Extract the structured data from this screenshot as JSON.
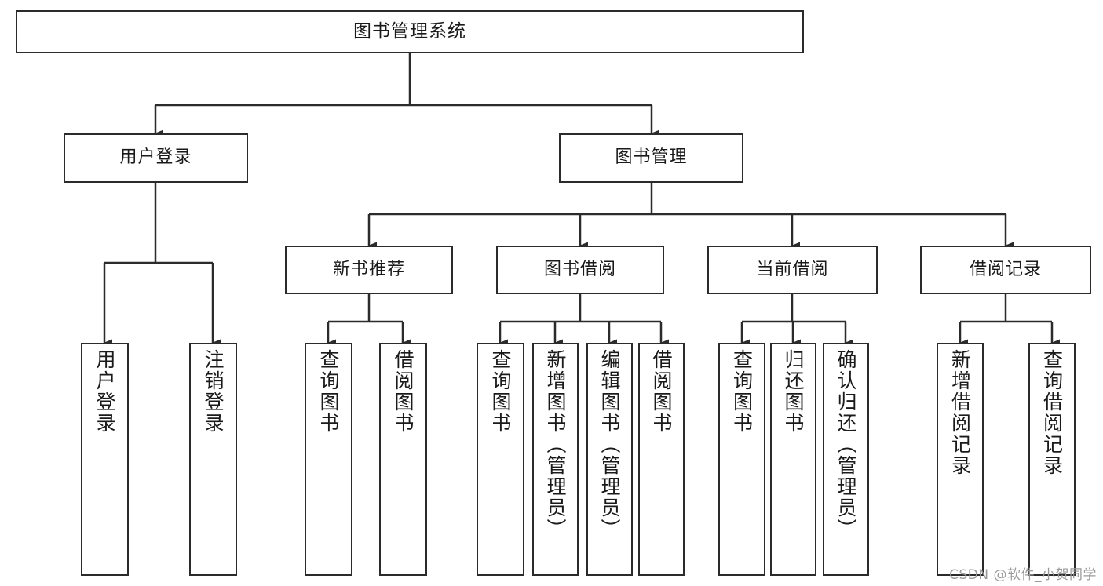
{
  "diagram": {
    "type": "tree-hierarchy",
    "title": "图书管理系统",
    "watermark": "CSDN @软件_小贺同学",
    "colors": {
      "box_stroke": "#2b2b2b",
      "box_fill": "#ffffff",
      "connector": "#2b2b2b",
      "text": "#1a1a1a",
      "watermark": "#9a9a9a",
      "background": "#ffffff"
    },
    "nodes": {
      "root": {
        "label": "图书管理系统"
      },
      "level2": [
        {
          "id": "user-login",
          "label": "用户登录"
        },
        {
          "id": "book-manage",
          "label": "图书管理"
        }
      ],
      "level3": [
        {
          "id": "new-book-recommend",
          "label": "新书推荐"
        },
        {
          "id": "book-borrow",
          "label": "图书借阅"
        },
        {
          "id": "current-borrow",
          "label": "当前借阅"
        },
        {
          "id": "borrow-record",
          "label": "借阅记录"
        }
      ],
      "leaves": {
        "user-login": [
          {
            "id": "leaf-user-login",
            "label": "用户登录"
          },
          {
            "id": "leaf-user-logout",
            "label": "注销登录"
          }
        ],
        "new-book-recommend": [
          {
            "id": "leaf-query-book-1",
            "label": "查询图书"
          },
          {
            "id": "leaf-borrow-book-1",
            "label": "借阅图书"
          }
        ],
        "book-borrow": [
          {
            "id": "leaf-query-book-2",
            "label": "查询图书"
          },
          {
            "id": "leaf-add-book",
            "label": "新增图书（管理员）"
          },
          {
            "id": "leaf-edit-book",
            "label": "编辑图书（管理员）"
          },
          {
            "id": "leaf-borrow-book-2",
            "label": "借阅图书"
          }
        ],
        "current-borrow": [
          {
            "id": "leaf-query-book-3",
            "label": "查询图书"
          },
          {
            "id": "leaf-return-book",
            "label": "归还图书"
          },
          {
            "id": "leaf-confirm-return",
            "label": "确认归还（管理员）"
          }
        ],
        "borrow-record": [
          {
            "id": "leaf-add-record",
            "label": "新增借阅记录"
          },
          {
            "id": "leaf-query-record",
            "label": "查询借阅记录"
          }
        ]
      }
    }
  }
}
